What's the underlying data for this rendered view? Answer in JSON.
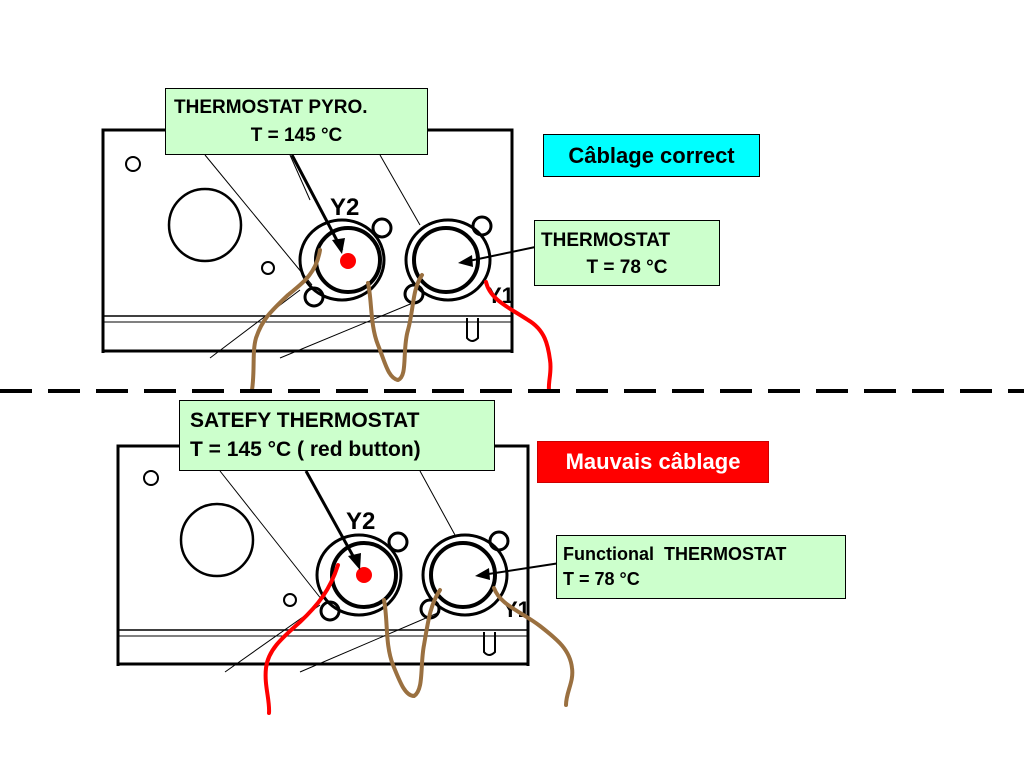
{
  "top_panel": {
    "pyro_label": [
      "THERMOSTAT PYRO.",
      "T = 145 °C"
    ],
    "thermostat_label": [
      "THERMOSTAT",
      "T = 78 °C"
    ],
    "status_badge": "Câblage correct",
    "y2_mark": "Y2",
    "y1_mark": "Y1"
  },
  "bottom_panel": {
    "safety_label": [
      "SATEFY THERMOSTAT",
      "T = 145 °C ( red button)"
    ],
    "functional_label": [
      "Functional  THERMOSTAT",
      "T = 78 °C"
    ],
    "status_badge": "Mauvais câblage",
    "y2_mark": "Y2",
    "y1_mark": "Y1"
  },
  "colors": {
    "correct_badge": "#00ffff",
    "wrong_badge": "#ff0000",
    "label_fill": "#ccffcc",
    "wire_brown": "#9a7040",
    "wire_red": "#ff0000",
    "red_button": "#ff0000"
  }
}
